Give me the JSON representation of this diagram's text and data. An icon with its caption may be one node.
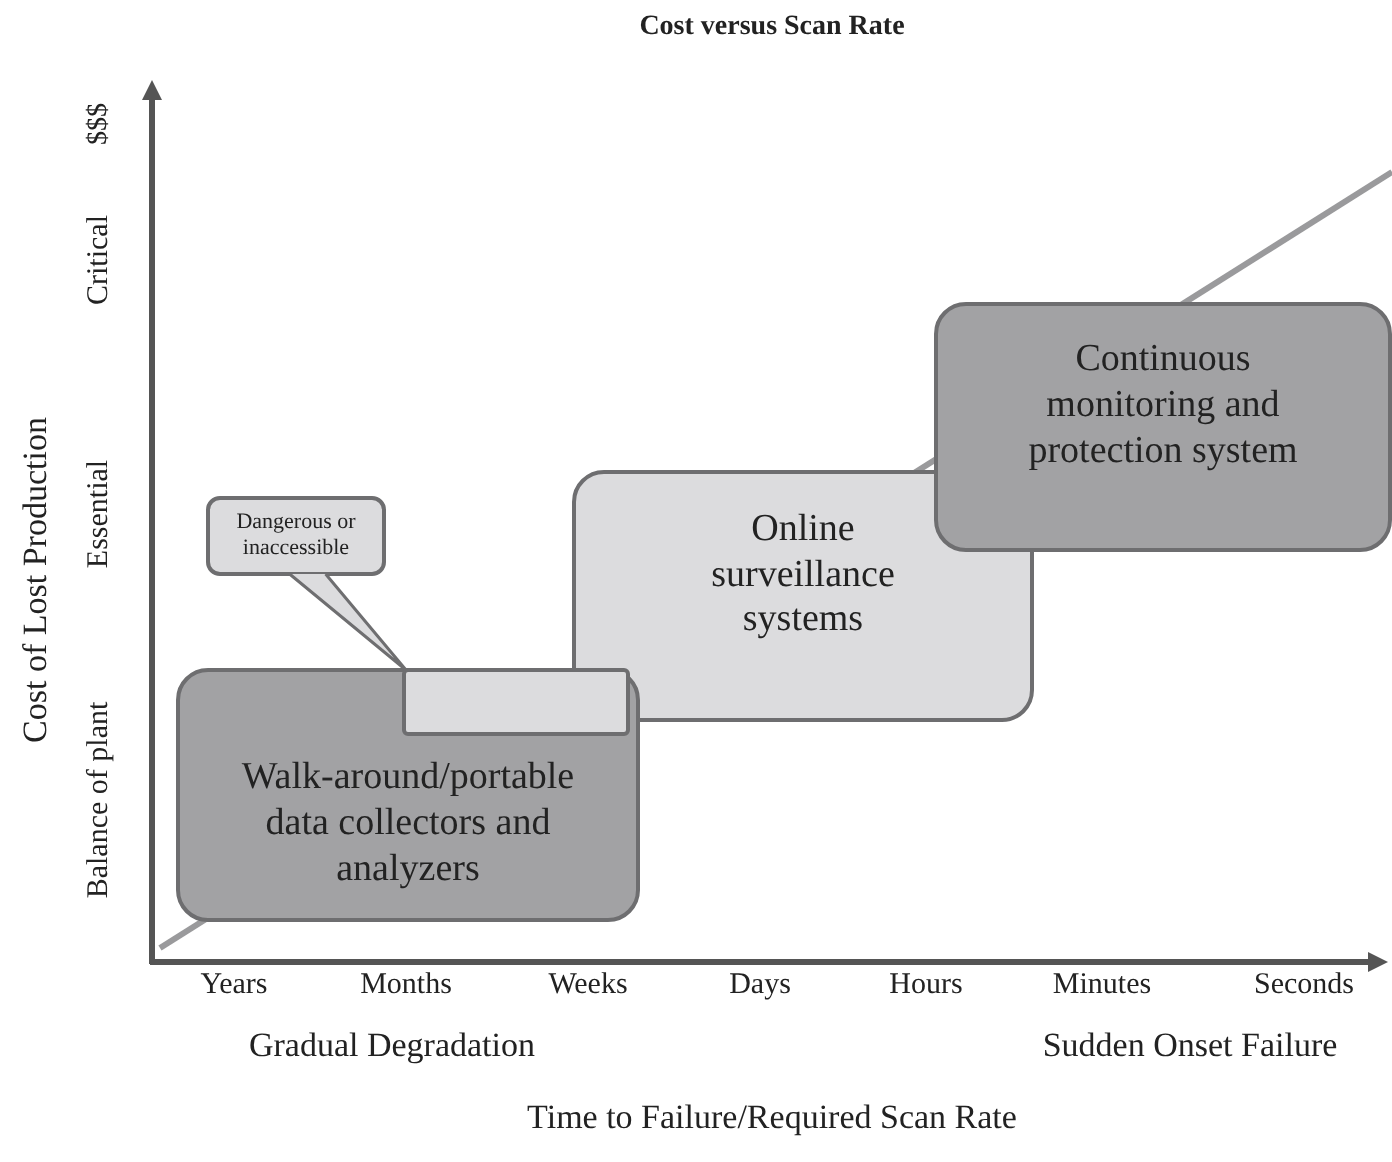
{
  "diagram": {
    "title": "Cost versus Scan Rate",
    "nodes": [
      {
        "text": [
          "Walk-around/portable data collectors and analyzers"
        ]
      },
      {
        "text": [
          "Online surveillance systems"
        ]
      },
      {
        "text": [
          "Continuous monitoring and protection system"
        ]
      },
      {
        "text": [
          "Dangerous or inaccessible"
        ]
      },
      {
        "text": [],
        "shape": "box",
        "in": 0
      }
    ],
    "edges": [
      {
        "from": 3,
        "to": 4,
        "arrow": "none"
      }
    ],
    "labels": [
      "$$$",
      "Critical",
      "Essential",
      "Balance of plant",
      "Cost of Lost Production",
      "Years",
      "Months",
      "Weeks",
      "Days",
      "Hours",
      "Minutes",
      "Seconds",
      "Gradual Degradation",
      "Sudden Onset Failure",
      "Time to Failure/Required Scan Rate"
    ]
  }
}
